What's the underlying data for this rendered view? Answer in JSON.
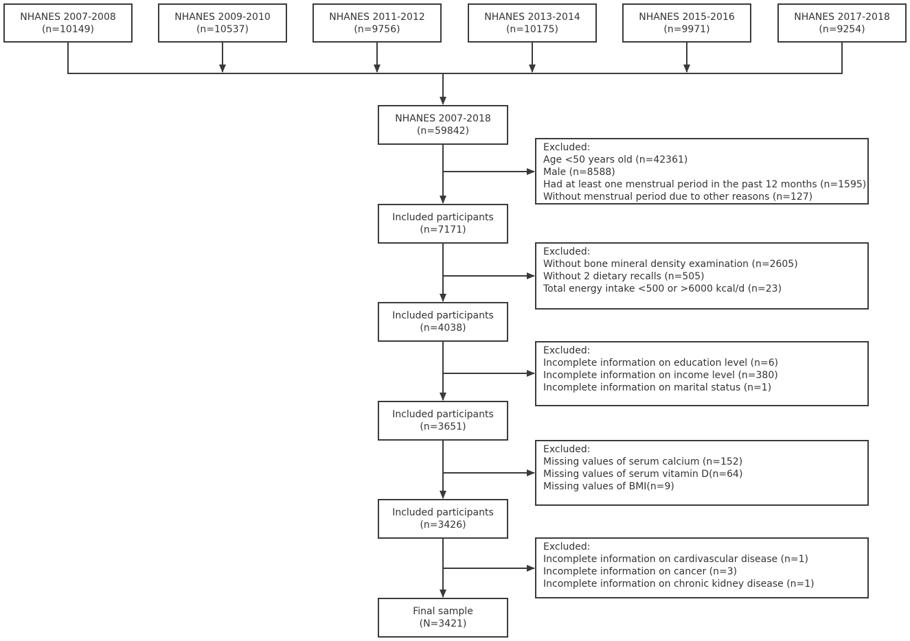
{
  "sources": [
    {
      "title": "NHANES 2007-2008",
      "n": "(n=10149)"
    },
    {
      "title": "NHANES 2009-2010",
      "n": "(n=10537)"
    },
    {
      "title": "NHANES 2011-2012",
      "n": "(n=9756)"
    },
    {
      "title": "NHANES 2013-2014",
      "n": "(n=10175)"
    },
    {
      "title": "NHANES 2015-2016",
      "n": "(n=9971)"
    },
    {
      "title": "NHANES 2017-2018",
      "n": "(n=9254)"
    }
  ],
  "stages": [
    {
      "title": "NHANES 2007-2018",
      "n": "(n=59842)"
    },
    {
      "title": "Included participants",
      "n": "(n=7171)"
    },
    {
      "title": "Included participants",
      "n": "(n=4038)"
    },
    {
      "title": "Included participants",
      "n": "(n=3651)"
    },
    {
      "title": "Included participants",
      "n": "(n=3426)"
    },
    {
      "title": "Final sample",
      "n": "(N=3421)"
    }
  ],
  "exclusions": [
    {
      "header": "Excluded:",
      "lines": [
        "Age <50 years old (n=42361)",
        "Male (n=8588)",
        "Had at least one menstrual period in the past 12 months (n=1595)",
        "Without menstrual period due to other reasons (n=127)"
      ]
    },
    {
      "header": "Excluded:",
      "lines": [
        "Without bone mineral density examination (n=2605)",
        "Without 2 dietary recalls (n=505)",
        "Total energy intake <500 or >6000 kcal/d (n=23)"
      ]
    },
    {
      "header": "Excluded:",
      "lines": [
        "Incomplete information on education level (n=6)",
        "Incomplete information on income level (n=380)",
        "Incomplete information on marital status (n=1)"
      ]
    },
    {
      "header": "Excluded:",
      "lines": [
        "Missing values of serum calcium (n=152)",
        "Missing values of serum vitamin D(n=64)",
        "Missing values of BMI(n=9)"
      ]
    },
    {
      "header": "Excluded:",
      "lines": [
        "Incomplete information on cardivascular disease (n=1)",
        "Incomplete information on cancer (n=3)",
        "Incomplete information on chronic kidney disease (n=1)"
      ]
    }
  ]
}
